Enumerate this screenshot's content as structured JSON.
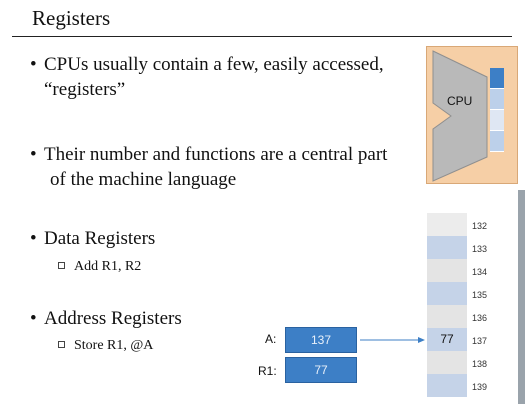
{
  "slide": {
    "title": "Registers",
    "bullets": [
      {
        "dot": "•",
        "line1": "CPUs usually contain a few, easily accessed,",
        "line2": "“registers”"
      },
      {
        "dot": "•",
        "line1": "Their number and functions are a central part",
        "line2": "of the machine language"
      },
      {
        "dot": "•",
        "line1": "Data Registers",
        "sub": "Add R1, R2"
      },
      {
        "dot": "•",
        "line1": "Address Registers",
        "sub": "Store R1, @A"
      }
    ]
  },
  "cpu": {
    "label": "CPU",
    "register_colors": [
      "#3d7fc6",
      "#bcd0ea",
      "#dfe7f3",
      "#bcd0ea"
    ],
    "body_color": "#f6cfa6",
    "unit_color": "#b9b9b9"
  },
  "memory": {
    "cells": [
      {
        "address": "132",
        "value": "",
        "color": "#ececec"
      },
      {
        "address": "133",
        "value": "",
        "color": "#c5d3e8"
      },
      {
        "address": "134",
        "value": "",
        "color": "#e4e4e4"
      },
      {
        "address": "135",
        "value": "",
        "color": "#c5d3e8"
      },
      {
        "address": "136",
        "value": "",
        "color": "#e4e4e4"
      },
      {
        "address": "137",
        "value": "77",
        "color": "#c5d3e8"
      },
      {
        "address": "138",
        "value": "",
        "color": "#e4e4e4"
      },
      {
        "address": "139",
        "value": "",
        "color": "#c5d3e8"
      }
    ]
  },
  "registers": [
    {
      "label": "A:",
      "value": "137"
    },
    {
      "label": "R1:",
      "value": "77"
    }
  ],
  "colors": {
    "register_fill": "#3d7fc6",
    "arrow": "#3d7fc6"
  }
}
